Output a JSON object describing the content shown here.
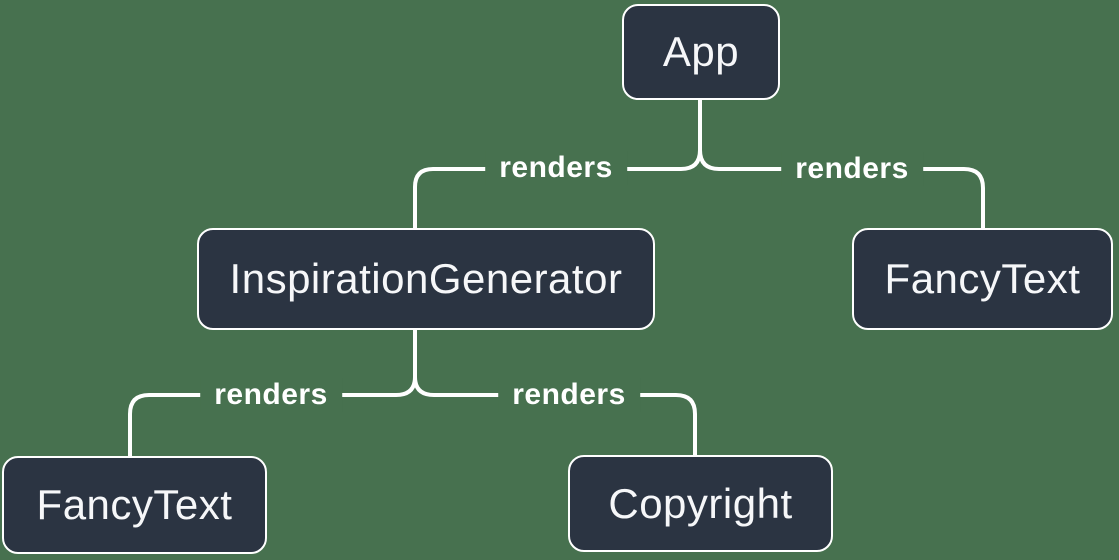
{
  "colors": {
    "background": "#47714F",
    "node_fill": "#2B3442",
    "line": "#FFFFFF",
    "text": "#F6F7F9"
  },
  "diagram": {
    "type": "render-tree",
    "nodes": [
      {
        "id": "app",
        "label": "App"
      },
      {
        "id": "inspiration-generator",
        "label": "InspirationGenerator"
      },
      {
        "id": "fancy-text-top",
        "label": "FancyText"
      },
      {
        "id": "fancy-text-bottom",
        "label": "FancyText"
      },
      {
        "id": "copyright",
        "label": "Copyright"
      }
    ],
    "edges": [
      {
        "from": "App",
        "to": "InspirationGenerator",
        "label": "renders"
      },
      {
        "from": "App",
        "to": "FancyText",
        "label": "renders"
      },
      {
        "from": "InspirationGenerator",
        "to": "FancyText",
        "label": "renders"
      },
      {
        "from": "InspirationGenerator",
        "to": "Copyright",
        "label": "renders"
      }
    ]
  }
}
